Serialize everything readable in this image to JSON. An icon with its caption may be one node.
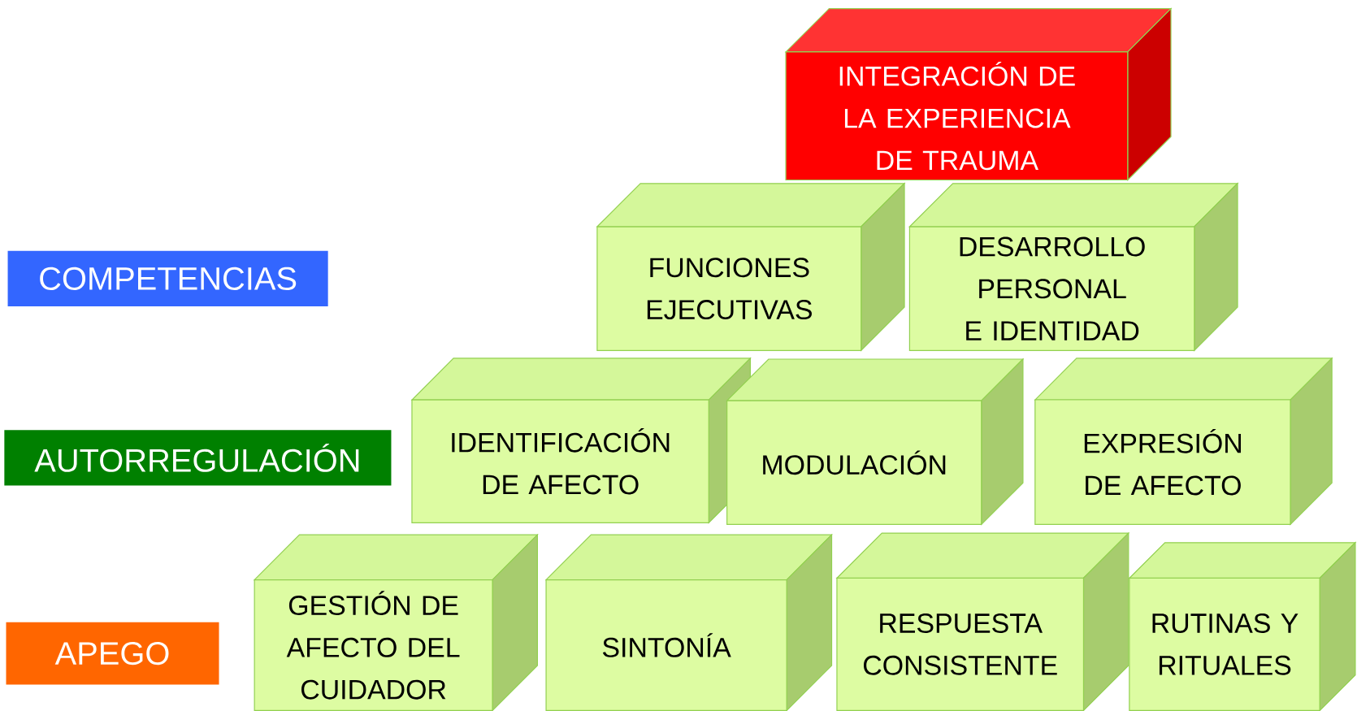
{
  "diagram": {
    "nodes": [
      {
        "text": [
          "INTEGRACIÓN DE LA EXPERIENCIA DE TRAUMA"
        ]
      },
      {
        "text": [
          "COMPETENCIAS"
        ]
      },
      {
        "text": [
          "FUNCIONES EJECUTIVAS"
        ]
      },
      {
        "text": [
          "DESARROLLO PERSONAL E IDENTIDAD"
        ]
      },
      {
        "text": [
          "AUTORREGULACIÓN"
        ]
      },
      {
        "text": [
          "IDENTIFICACIÓN DE AFECTO"
        ]
      },
      {
        "text": [
          "MODULACIÓN"
        ]
      },
      {
        "text": [
          "EXPRESIÓN DE AFECTO"
        ]
      },
      {
        "text": [
          "APEGO"
        ]
      },
      {
        "text": [
          "GESTIÓN DE AFECTO DEL CUIDADOR"
        ]
      },
      {
        "text": [
          "SINTONÍA"
        ]
      },
      {
        "text": [
          "RESPUESTA CONSISTENTE"
        ]
      },
      {
        "text": [
          "RUTINAS Y RITUALES"
        ]
      }
    ]
  }
}
